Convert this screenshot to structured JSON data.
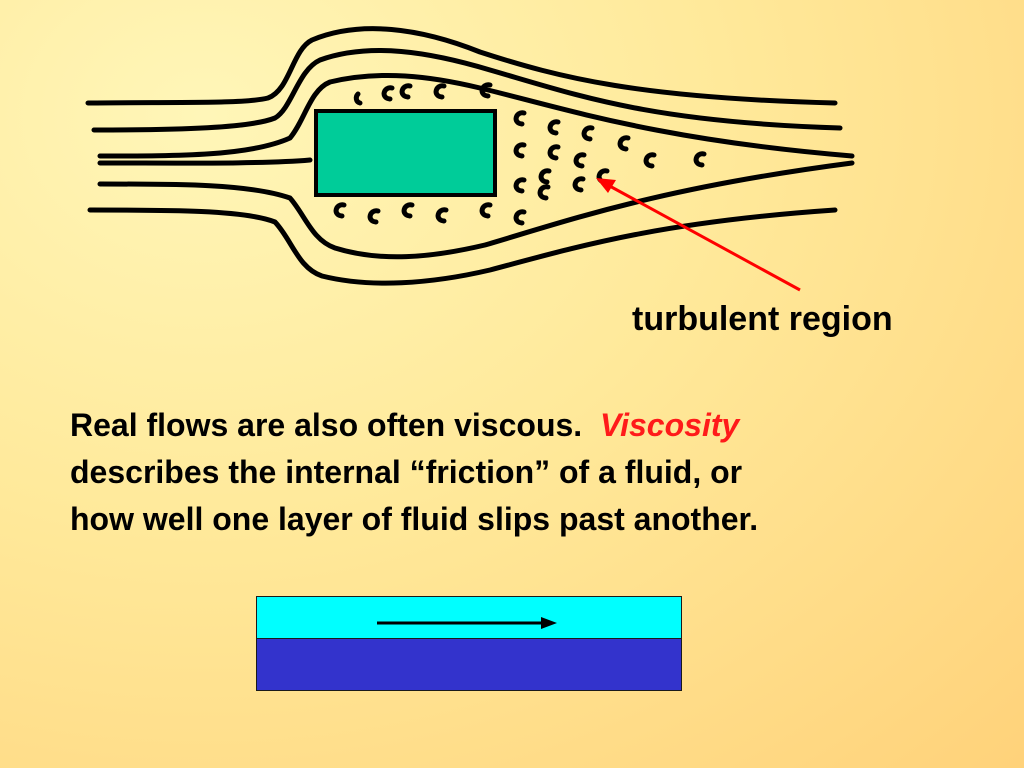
{
  "diagram": {
    "turbulent_label": "turbulent region",
    "colors": {
      "obstacle": "#00cc99",
      "streamline": "#000000",
      "pointer": "#ff0000",
      "top_layer": "#00ffff",
      "bottom_layer": "#3333cc"
    }
  },
  "text": {
    "sentence1": "Real flows are also often viscous.",
    "emphasis": "Viscosity",
    "line2": "describes the internal “friction” of a fluid, or",
    "line3": "how well one layer of fluid slips past another."
  }
}
